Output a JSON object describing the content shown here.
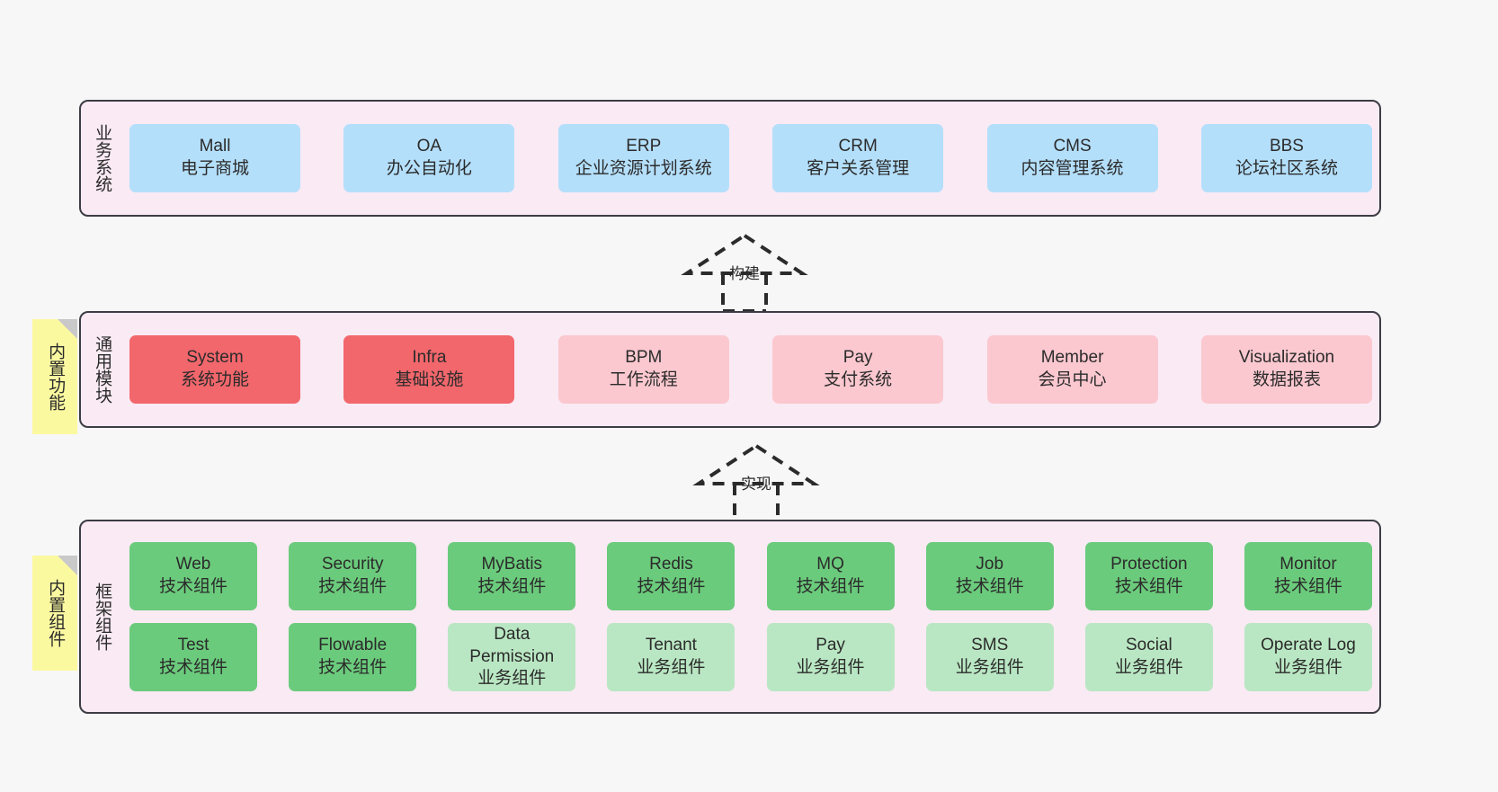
{
  "diagram": {
    "background_color": "#f7f7f7",
    "layer_fill": "#f9eaf4",
    "layer_border": "#3c3c44",
    "note_color": "#fbf9a0"
  },
  "layers": [
    {
      "id": "business",
      "title": "业务系统",
      "note": null,
      "rows": [
        {
          "nodes": [
            {
              "name": "Mall",
              "sub": "电子商城",
              "color": "#b4dffb",
              "style": "n-blue"
            },
            {
              "name": "OA",
              "sub": "办公自动化",
              "color": "#b4dffb",
              "style": "n-blue"
            },
            {
              "name": "ERP",
              "sub": "企业资源计划系统",
              "color": "#b4dffb",
              "style": "n-blue"
            },
            {
              "name": "CRM",
              "sub": "客户关系管理",
              "color": "#b4dffb",
              "style": "n-blue"
            },
            {
              "name": "CMS",
              "sub": "内容管理系统",
              "color": "#b4dffb",
              "style": "n-blue"
            },
            {
              "name": "BBS",
              "sub": "论坛社区系统",
              "color": "#b4dffb",
              "style": "n-blue"
            }
          ]
        }
      ]
    },
    {
      "id": "common-module",
      "title": "通用模块",
      "note": "内置功能",
      "rows": [
        {
          "nodes": [
            {
              "name": "System",
              "sub": "系统功能",
              "color": "#f2676c",
              "style": "n-red"
            },
            {
              "name": "Infra",
              "sub": "基础设施",
              "color": "#f2676c",
              "style": "n-red"
            },
            {
              "name": "BPM",
              "sub": "工作流程",
              "color": "#fbc8cf",
              "style": "n-pinklight"
            },
            {
              "name": "Pay",
              "sub": "支付系统",
              "color": "#fbc8cf",
              "style": "n-pinklight"
            },
            {
              "name": "Member",
              "sub": "会员中心",
              "color": "#fbc8cf",
              "style": "n-pinklight"
            },
            {
              "name": "Visualization",
              "sub": "数据报表",
              "color": "#fbc8cf",
              "style": "n-pinklight"
            }
          ]
        }
      ]
    },
    {
      "id": "framework",
      "title": "框架组件",
      "note": "内置组件",
      "rows": [
        {
          "nodes": [
            {
              "name": "Web",
              "sub": "技术组件",
              "color": "#6bcb7c",
              "style": "n-green"
            },
            {
              "name": "Security",
              "sub": "技术组件",
              "color": "#6bcb7c",
              "style": "n-green"
            },
            {
              "name": "MyBatis",
              "sub": "技术组件",
              "color": "#6bcb7c",
              "style": "n-green"
            },
            {
              "name": "Redis",
              "sub": "技术组件",
              "color": "#6bcb7c",
              "style": "n-green"
            },
            {
              "name": "MQ",
              "sub": "技术组件",
              "color": "#6bcb7c",
              "style": "n-green"
            },
            {
              "name": "Job",
              "sub": "技术组件",
              "color": "#6bcb7c",
              "style": "n-green"
            },
            {
              "name": "Protection",
              "sub": "技术组件",
              "color": "#6bcb7c",
              "style": "n-green"
            },
            {
              "name": "Monitor",
              "sub": "技术组件",
              "color": "#6bcb7c",
              "style": "n-green"
            }
          ]
        },
        {
          "nodes": [
            {
              "name": "Test",
              "sub": "技术组件",
              "color": "#6bcb7c",
              "style": "n-green"
            },
            {
              "name": "Flowable",
              "sub": "技术组件",
              "color": "#6bcb7c",
              "style": "n-green"
            },
            {
              "name": "Data Permission",
              "sub": "业务组件",
              "color": "#bae7c3",
              "style": "n-greenlite"
            },
            {
              "name": "Tenant",
              "sub": "业务组件",
              "color": "#bae7c3",
              "style": "n-greenlite"
            },
            {
              "name": "Pay",
              "sub": "业务组件",
              "color": "#bae7c3",
              "style": "n-greenlite"
            },
            {
              "name": "SMS",
              "sub": "业务组件",
              "color": "#bae7c3",
              "style": "n-greenlite"
            },
            {
              "name": "Social",
              "sub": "业务组件",
              "color": "#bae7c3",
              "style": "n-greenlite"
            },
            {
              "name": "Operate Log",
              "sub": "业务组件",
              "color": "#bae7c3",
              "style": "n-greenlite"
            }
          ]
        }
      ]
    }
  ],
  "connectors": [
    {
      "id": "build",
      "label": "构建"
    },
    {
      "id": "implement",
      "label": "实现"
    }
  ]
}
